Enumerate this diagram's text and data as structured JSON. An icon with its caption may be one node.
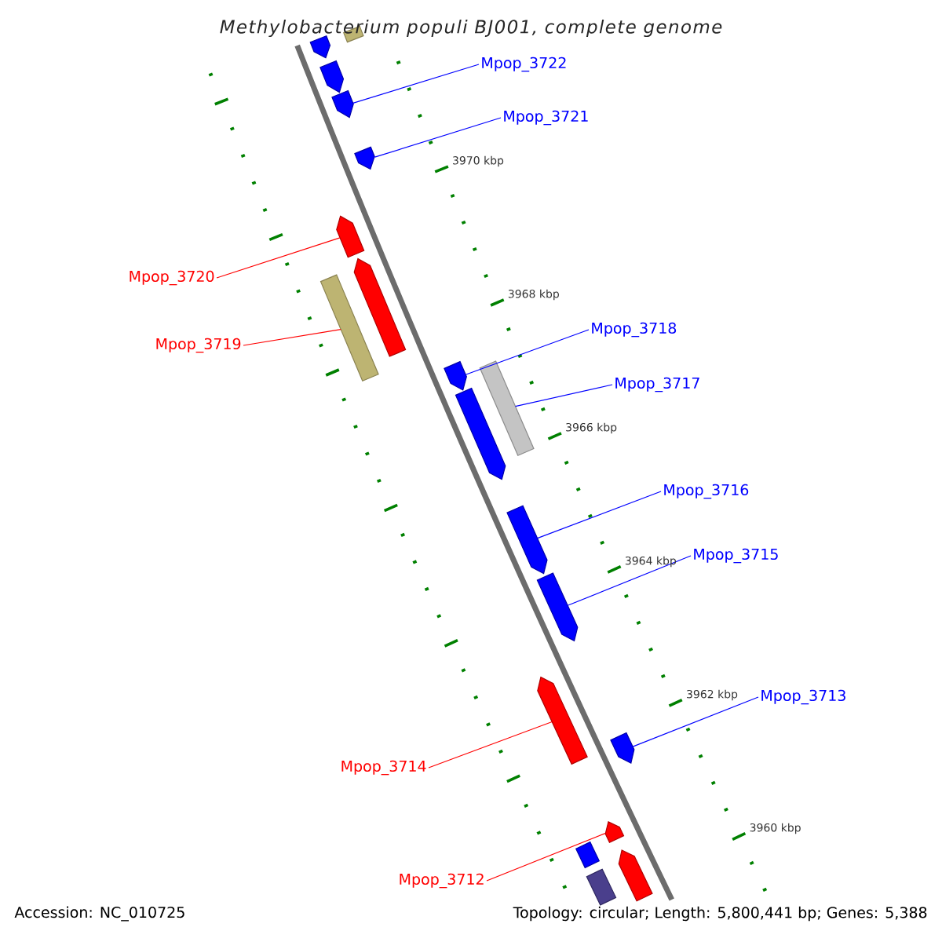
{
  "diagram": {
    "title": "Methylobacterium populi BJ001, complete genome",
    "nodes": [
      {
        "text": [
          "Mpop_3722"
        ]
      },
      {
        "text": [
          "Mpop_3721"
        ]
      },
      {
        "text": [
          "Mpop_3720"
        ]
      },
      {
        "text": [
          "Mpop_3719"
        ]
      },
      {
        "text": [
          "Mpop_3718"
        ]
      },
      {
        "text": [
          "Mpop_3717"
        ]
      },
      {
        "text": [
          "Mpop_3716"
        ]
      },
      {
        "text": [
          "Mpop_3715"
        ]
      },
      {
        "text": [
          "Mpop_3714"
        ]
      },
      {
        "text": [
          "Mpop_3713"
        ]
      },
      {
        "text": [
          "Mpop_3712"
        ]
      },
      {
        "text": [],
        "shape": "pentagon"
      },
      {
        "text": [],
        "shape": "bar"
      },
      {
        "text": [],
        "shape": "pentagon"
      },
      {
        "text": [],
        "shape": "pentagon"
      },
      {
        "text": [],
        "shape": "pentagon"
      },
      {
        "text": [],
        "shape": "pentagon"
      },
      {
        "text": [],
        "shape": "pentagon"
      },
      {
        "text": [],
        "shape": "bar"
      },
      {
        "text": [],
        "shape": "pentagon"
      },
      {
        "text": [],
        "shape": "pentagon"
      },
      {
        "text": [],
        "shape": "bar"
      },
      {
        "text": [],
        "shape": "pentagon"
      },
      {
        "text": [],
        "shape": "pentagon"
      },
      {
        "text": [],
        "shape": "pentagon"
      },
      {
        "text": [],
        "shape": "pentagon"
      },
      {
        "text": [],
        "shape": "pentagon"
      },
      {
        "text": [],
        "shape": "bar"
      },
      {
        "text": [],
        "shape": "bar"
      },
      {
        "text": [],
        "shape": "pentagon"
      }
    ],
    "edges": [
      {
        "from": 0,
        "to": 14,
        "arrow": "none"
      },
      {
        "from": 1,
        "to": 15,
        "arrow": "none"
      },
      {
        "from": 2,
        "to": 16,
        "arrow": "none",
        "color": "#ff0000"
      },
      {
        "from": 3,
        "to": 18,
        "arrow": "none",
        "color": "#ff0000"
      },
      {
        "from": 4,
        "to": 19,
        "arrow": "none"
      },
      {
        "from": 5,
        "to": 21,
        "arrow": "none"
      },
      {
        "from": 6,
        "to": 22,
        "arrow": "none"
      },
      {
        "from": 7,
        "to": 23,
        "arrow": "none"
      },
      {
        "from": 8,
        "to": 24,
        "arrow": "none",
        "color": "#ff0000"
      },
      {
        "from": 9,
        "to": 25,
        "arrow": "none"
      },
      {
        "from": 10,
        "to": 26,
        "arrow": "none",
        "color": "#ff0000"
      }
    ],
    "labels": [
      "3970 kbp",
      "3968 kbp",
      "3966 kbp",
      "3964 kbp",
      "3962 kbp",
      "3960 kbp",
      "Accession: NC_010725",
      "Topology: circular; Length: 5,800,441 bp; Genes: 5,388"
    ]
  }
}
